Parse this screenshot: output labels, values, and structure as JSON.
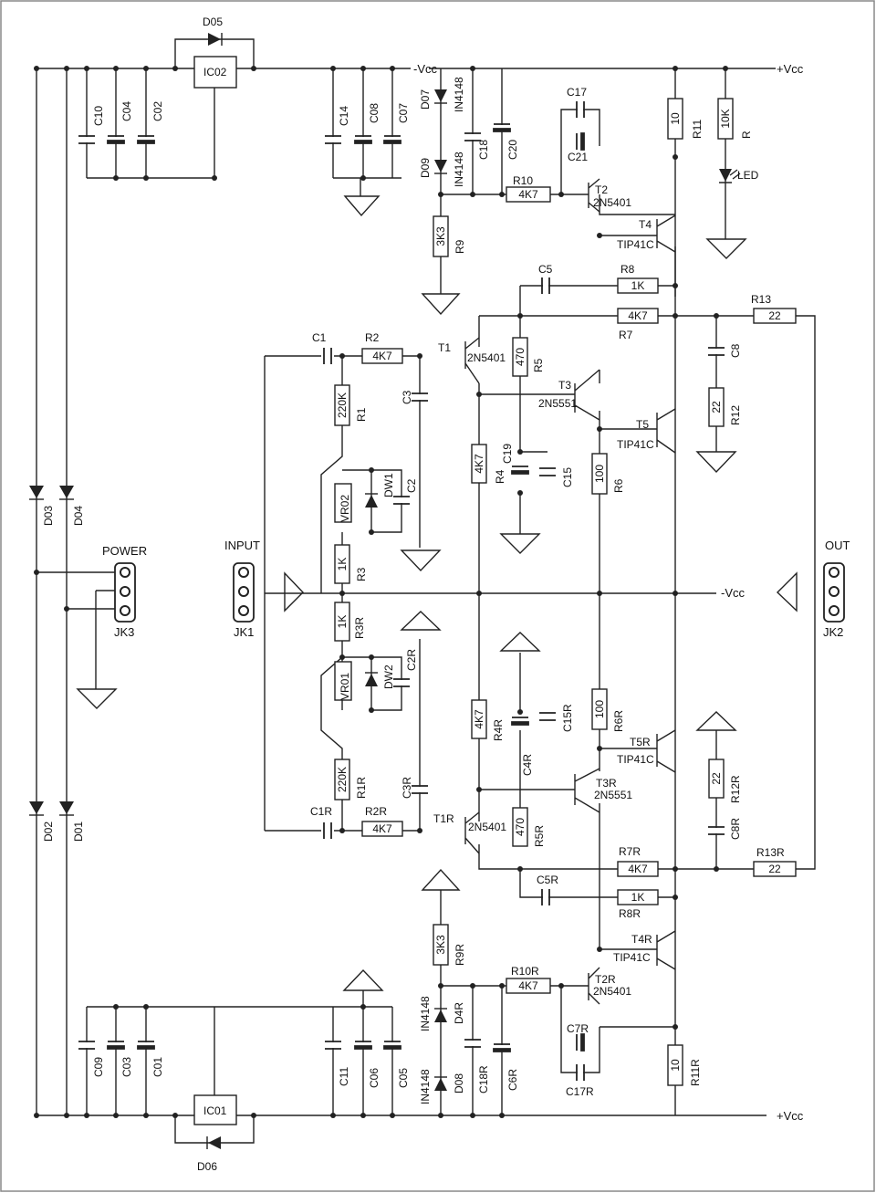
{
  "rails": {
    "top_neg": "-Vcc",
    "top_pos": "+Vcc",
    "mid_neg": "-Vcc",
    "bottom_pos": "+Vcc"
  },
  "connectors": {
    "power": {
      "title": "POWER",
      "ref": "JK3"
    },
    "input": {
      "title": "INPUT",
      "ref": "JK1"
    },
    "output": {
      "title": "OUT",
      "ref": "JK2"
    }
  },
  "labels": {
    "D05": "D05",
    "IC02": "IC02",
    "C10": "C10",
    "C04": "C04",
    "C02": "C02",
    "C14": "C14",
    "C08": "C08",
    "C07": "C07",
    "D07": "D07",
    "D07v": "IN4148",
    "D09": "D09",
    "D09v": "IN4148",
    "C18": "C18",
    "C20": "C20",
    "C17": "C17",
    "C21": "C21",
    "R10": "R10",
    "R10v": "4K7",
    "R9": "R9",
    "R9v": "3K3",
    "T2": "T2",
    "T2v": "2N5401",
    "T4": "T4",
    "T4v": "TIP41C",
    "R11": "R11",
    "R11v": "10",
    "R": "R",
    "Rv": "10K",
    "LED": "LED",
    "C5": "C5",
    "R8": "R8",
    "R8v": "1K",
    "R7": "R7",
    "R7v": "4K7",
    "R13": "R13",
    "R13v": "22",
    "C8": "C8",
    "R12": "R12",
    "R12v": "22",
    "C1": "C1",
    "R2": "R2",
    "R2v": "4K7",
    "T1": "T1",
    "T1v": "2N5401",
    "R5": "R5",
    "R5v": "470",
    "T3": "T3",
    "T3v": "2N5551",
    "T5": "T5",
    "T5v": "TIP41C",
    "C3": "C3",
    "R1": "R1",
    "R1v": "220K",
    "R4": "R4",
    "R4v": "4K7",
    "C19": "C19",
    "C15": "C15",
    "R6": "R6",
    "R6v": "100",
    "VR02": "VR02",
    "DW1": "DW1",
    "C2": "C2",
    "R3": "R3",
    "R3v": "1K",
    "R3R": "R3R",
    "R3Rv": "1K",
    "VR01": "VR01",
    "DW2": "DW2",
    "C2R": "C2R",
    "R4R": "R4R",
    "R4Rv": "4K7",
    "C15R": "C15R",
    "C4R": "C4R",
    "R6R": "R6R",
    "R6Rv": "100",
    "T5R": "T5R",
    "T5Rv": "TIP41C",
    "R12R": "R12R",
    "R12Rv": "22",
    "C8R": "C8R",
    "R1R": "R1R",
    "R1Rv": "220K",
    "C3R": "C3R",
    "T3R": "T3R",
    "T3Rv": "2N5551",
    "C1R": "C1R",
    "R2R": "R2R",
    "R2Rv": "4K7",
    "T1R": "T1R",
    "T1Rv": "2N5401",
    "R5R": "R5R",
    "R5Rv": "470",
    "R7R": "R7R",
    "R7Rv": "4K7",
    "R13R": "R13R",
    "R13Rv": "22",
    "C5R": "C5R",
    "R8R": "R8R",
    "R8Rv": "1K",
    "T4R": "T4R",
    "T4Rv": "TIP41C",
    "R9R": "R9R",
    "R9Rv": "3K3",
    "R10R": "R10R",
    "R10Rv": "4K7",
    "T2R": "T2R",
    "T2Rv": "2N5401",
    "D4R": "D4R",
    "D4Rv": "IN4148",
    "D08": "D08",
    "D08v": "IN4148",
    "C18R": "C18R",
    "C6R": "C6R",
    "C7R": "C7R",
    "C17R": "C17R",
    "R11R": "R11R",
    "R11Rv": "10",
    "C09": "C09",
    "C03": "C03",
    "C01": "C01",
    "C11": "C11",
    "C06": "C06",
    "C05": "C05",
    "IC01": "IC01",
    "D06": "D06",
    "D03": "D03",
    "D04": "D04",
    "D02": "D02",
    "D01": "D01"
  }
}
